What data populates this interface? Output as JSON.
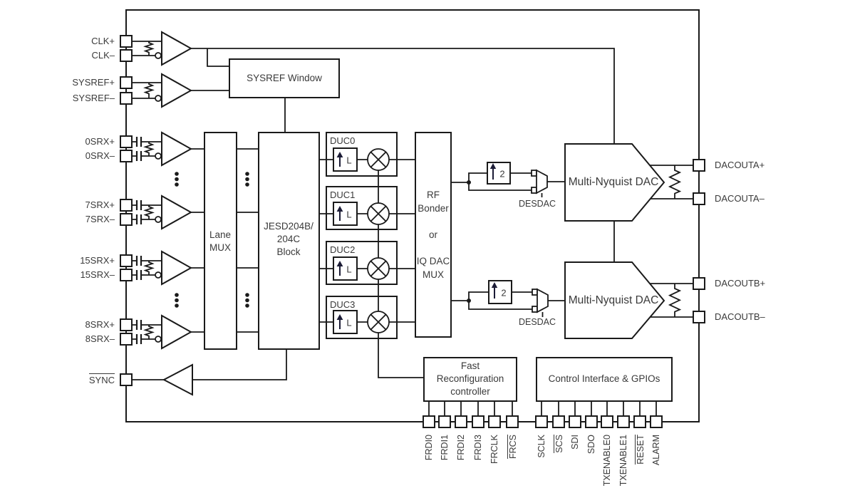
{
  "colors": {
    "line": "#1a1a1a",
    "text": "#3a3a3a",
    "background": "#ffffff",
    "arrow": "#1b1b35"
  },
  "pins": {
    "left": [
      {
        "label": "CLK+",
        "overline": false
      },
      {
        "label": "CLK–",
        "overline": false
      },
      {
        "label": "SYSREF+",
        "overline": false
      },
      {
        "label": "SYSREF–",
        "overline": false
      },
      {
        "label": "0SRX+",
        "overline": false
      },
      {
        "label": "0SRX–",
        "overline": false
      },
      {
        "label": "7SRX+",
        "overline": false
      },
      {
        "label": "7SRX–",
        "overline": false
      },
      {
        "label": "15SRX+",
        "overline": false
      },
      {
        "label": "15SRX–",
        "overline": false
      },
      {
        "label": "8SRX+",
        "overline": false
      },
      {
        "label": "8SRX–",
        "overline": false
      },
      {
        "label": "SYNC",
        "overline": true
      }
    ],
    "right": [
      {
        "label": "DACOUTA+",
        "overline": false
      },
      {
        "label": "DACOUTA–",
        "overline": false
      },
      {
        "label": "DACOUTB+",
        "overline": false
      },
      {
        "label": "DACOUTB–",
        "overline": false
      }
    ],
    "bottom": [
      {
        "label": "FRDI0",
        "overline": false
      },
      {
        "label": "FRDI1",
        "overline": false
      },
      {
        "label": "FRDI2",
        "overline": false
      },
      {
        "label": "FRDI3",
        "overline": false
      },
      {
        "label": "FRCLK",
        "overline": false
      },
      {
        "label": "FRCS",
        "overline": true
      },
      {
        "label": "SCLK",
        "overline": false
      },
      {
        "label": "SCS",
        "overline": true
      },
      {
        "label": "SDI",
        "overline": false
      },
      {
        "label": "SDO",
        "overline": false
      },
      {
        "label": "TXENABLE0",
        "overline": false
      },
      {
        "label": "TXENABLE1",
        "overline": false
      },
      {
        "label": "RESET",
        "overline": true
      },
      {
        "label": "ALARM",
        "overline": false
      }
    ]
  },
  "blocks": {
    "sysref_window": "SYSREF Window",
    "lane_mux": "Lane\nMUX",
    "jesd": "JESD204B/\n204C\nBlock",
    "duc": [
      "DUC0",
      "DUC1",
      "DUC2",
      "DUC3"
    ],
    "interp_letter": "L",
    "interp2_label": "2",
    "rf_bonder": "RF\nBonder\n\nor\n\nIQ DAC\nMUX",
    "dac_label": "Multi-Nyquist DAC",
    "desdac_label": "DESDAC",
    "fast_reconfig": "Fast\nReconfiguration\ncontroller",
    "control_interface": "Control Interface & GPIOs"
  }
}
